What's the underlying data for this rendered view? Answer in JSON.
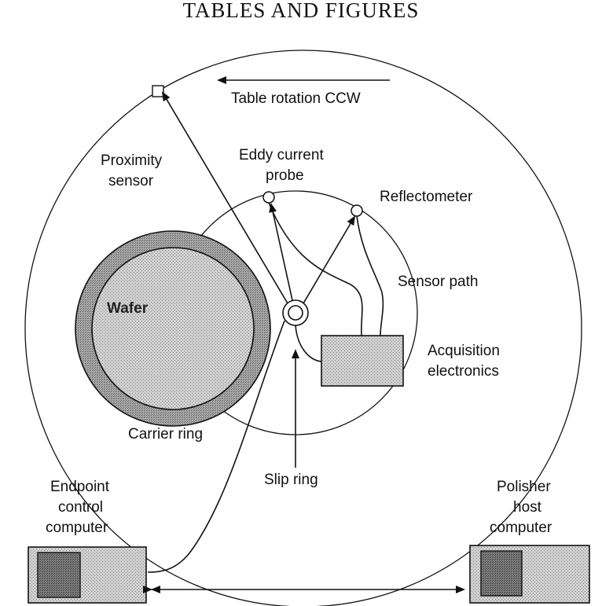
{
  "heading": "TABLES AND FIGURES",
  "labels": {
    "table_rotation": "Table rotation CCW",
    "proximity_sensor_1": "Proximity",
    "proximity_sensor_2": "sensor",
    "eddy_probe_1": "Eddy current",
    "eddy_probe_2": "probe",
    "reflectometer": "Reflectometer",
    "wafer": "Wafer",
    "sensor_path": "Sensor path",
    "acquisition_1": "Acquisition",
    "acquisition_2": "electronics",
    "carrier_ring": "Carrier ring",
    "slip_ring": "Slip ring",
    "endpoint_1": "Endpoint",
    "endpoint_2": "control",
    "endpoint_3": "computer",
    "polisher_1": "Polisher",
    "polisher_2": "host",
    "polisher_3": "computer"
  },
  "colors": {
    "ink": "#111111",
    "pattern_light": "#bdbdbd",
    "pattern_mid": "#8e8e8e",
    "pattern_dark": "#5e5e5e"
  }
}
